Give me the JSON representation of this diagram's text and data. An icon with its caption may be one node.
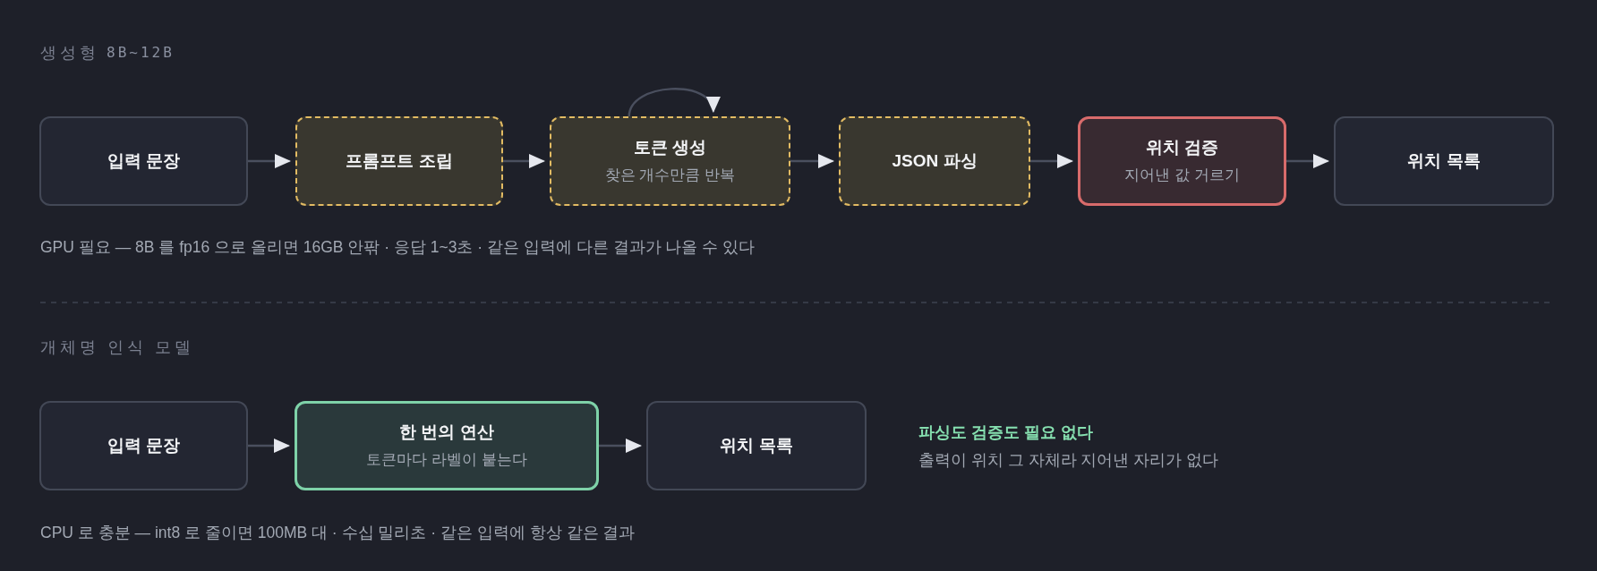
{
  "diagram": {
    "nodes": [
      {
        "text": [
          "입력 문장"
        ]
      },
      {
        "text": [
          "프롬프트 조립"
        ]
      },
      {
        "text": [
          "토큰 생성",
          "찾은 개수만큼 반복"
        ]
      },
      {
        "text": [
          "JSON 파싱"
        ]
      },
      {
        "text": [
          "위치 검증",
          "지어낸 값 거르기"
        ]
      },
      {
        "text": [
          "위치 목록"
        ]
      },
      {
        "text": [
          "입력 문장"
        ]
      },
      {
        "text": [
          "한 번의 연산",
          "토큰마다 라벨이 붙는다"
        ]
      },
      {
        "text": [
          "위치 목록"
        ]
      }
    ],
    "edges": [
      {
        "from": 0,
        "to": 1,
        "arrow": "to"
      },
      {
        "from": 1,
        "to": 2,
        "arrow": "to"
      },
      {
        "from": 2,
        "to": 2,
        "arrow": "to"
      },
      {
        "from": 2,
        "to": 3,
        "arrow": "to"
      },
      {
        "from": 3,
        "to": 4,
        "arrow": "to"
      },
      {
        "from": 4,
        "to": 5,
        "arrow": "to"
      },
      {
        "from": 6,
        "to": 7,
        "arrow": "to"
      },
      {
        "from": 7,
        "to": 8,
        "arrow": "to"
      }
    ],
    "labels": [
      "생성형",
      "8B~12B",
      "GPU 필요 — 8B 를 fp16 으로 올리면 16GB 안팎 · 응답 1~3초 · 같은 입력에 다른 결과가 나올 수 있다",
      "개체명 인식 모델",
      "파싱도 검증도 필요 없다",
      "출력이 위치 그 자체라 지어낸 자리가 없다",
      "CPU 로 충분 — int8 로 줄이면 100MB 대 · 수십 밀리초 · 같은 입력에 항상 같은 결과"
    ]
  }
}
